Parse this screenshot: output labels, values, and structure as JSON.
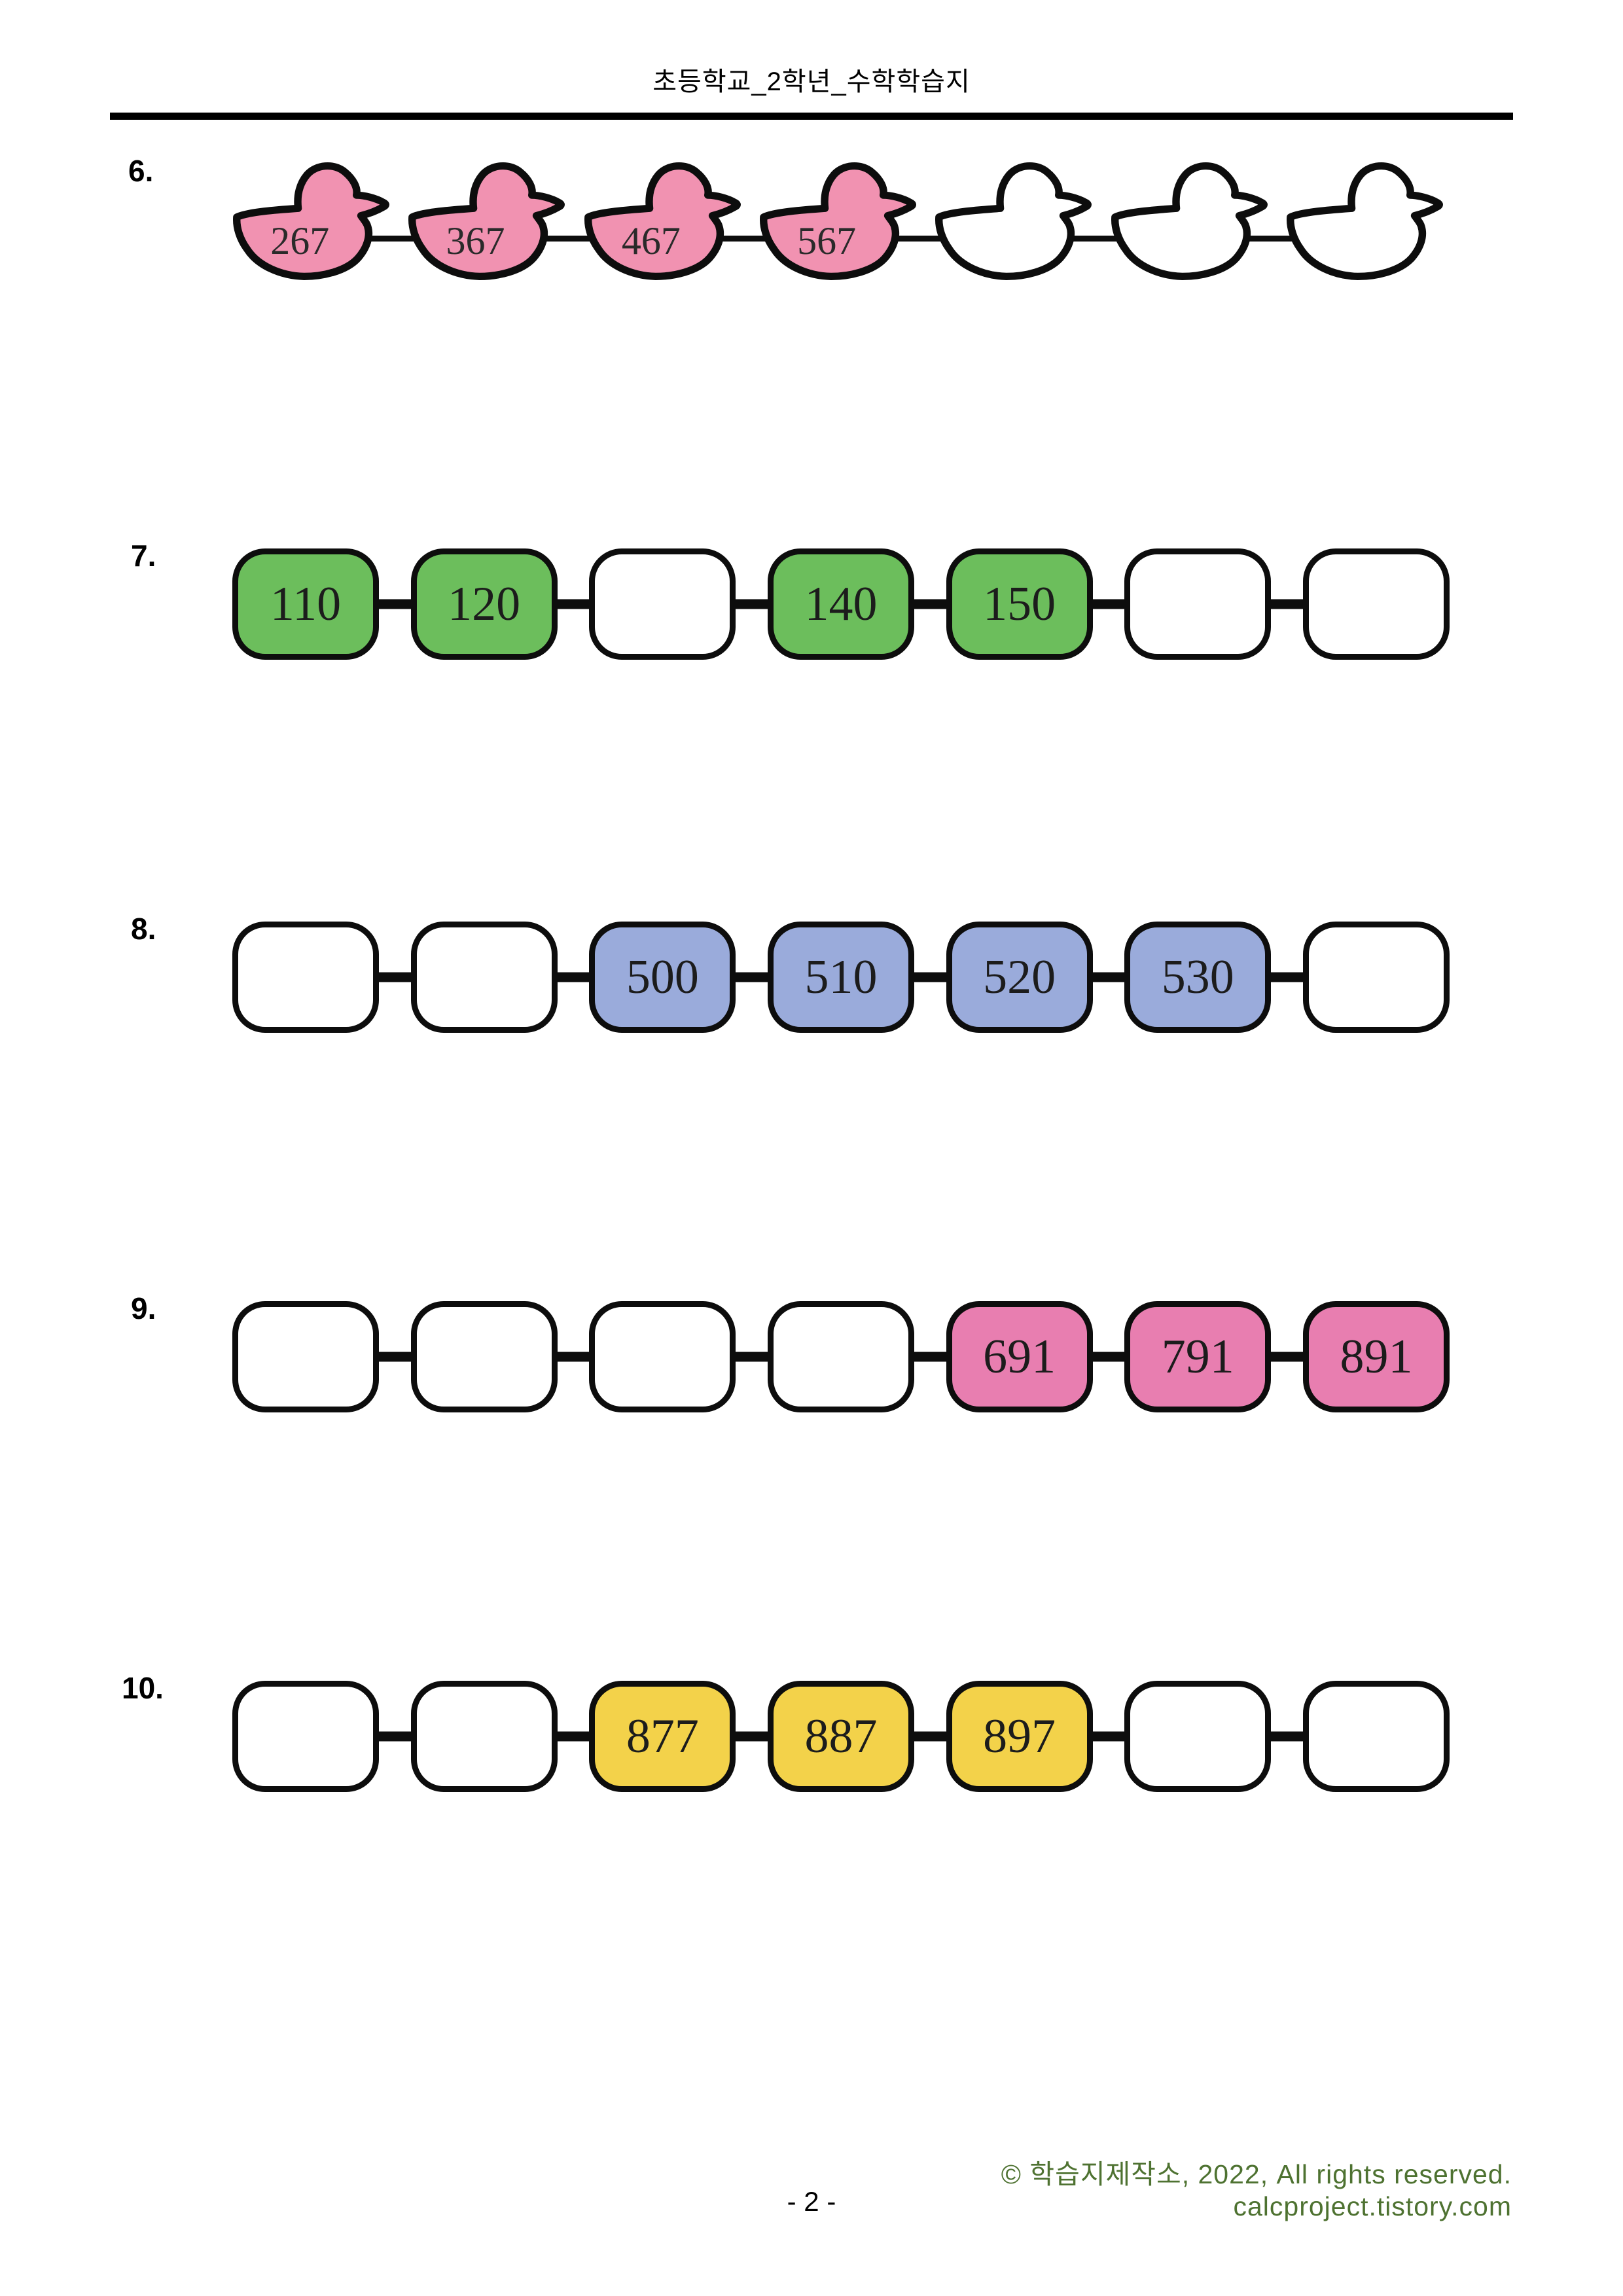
{
  "header": {
    "title": "초등학교_2학년_수학학습지"
  },
  "colors": {
    "duck_pink": "#F192B1",
    "green": "#6CBE5C",
    "blue": "#9AABDB",
    "pink": "#E87EB0",
    "yellow": "#F3D24A",
    "outline": "#0D0D0D",
    "footer_green": "#4E7231"
  },
  "problems": [
    {
      "number": "6.",
      "type": "duck-chain",
      "color_name": "duck_pink",
      "cells": [
        {
          "value": "267",
          "filled": true
        },
        {
          "value": "367",
          "filled": true
        },
        {
          "value": "467",
          "filled": true
        },
        {
          "value": "567",
          "filled": true
        },
        {
          "value": "",
          "filled": false
        },
        {
          "value": "",
          "filled": false
        },
        {
          "value": "",
          "filled": false
        }
      ]
    },
    {
      "number": "7.",
      "type": "box-chain",
      "color_name": "green",
      "cells": [
        {
          "value": "110",
          "filled": true
        },
        {
          "value": "120",
          "filled": true
        },
        {
          "value": "",
          "filled": false
        },
        {
          "value": "140",
          "filled": true
        },
        {
          "value": "150",
          "filled": true
        },
        {
          "value": "",
          "filled": false
        },
        {
          "value": "",
          "filled": false
        }
      ]
    },
    {
      "number": "8.",
      "type": "box-chain",
      "color_name": "blue",
      "cells": [
        {
          "value": "",
          "filled": false
        },
        {
          "value": "",
          "filled": false
        },
        {
          "value": "500",
          "filled": true
        },
        {
          "value": "510",
          "filled": true
        },
        {
          "value": "520",
          "filled": true
        },
        {
          "value": "530",
          "filled": true
        },
        {
          "value": "",
          "filled": false
        }
      ]
    },
    {
      "number": "9.",
      "type": "box-chain",
      "color_name": "pink",
      "cells": [
        {
          "value": "",
          "filled": false
        },
        {
          "value": "",
          "filled": false
        },
        {
          "value": "",
          "filled": false
        },
        {
          "value": "",
          "filled": false
        },
        {
          "value": "691",
          "filled": true
        },
        {
          "value": "791",
          "filled": true
        },
        {
          "value": "891",
          "filled": true
        }
      ]
    },
    {
      "number": "10.",
      "type": "box-chain",
      "color_name": "yellow",
      "cells": [
        {
          "value": "",
          "filled": false
        },
        {
          "value": "",
          "filled": false
        },
        {
          "value": "877",
          "filled": true
        },
        {
          "value": "887",
          "filled": true
        },
        {
          "value": "897",
          "filled": true
        },
        {
          "value": "",
          "filled": false
        },
        {
          "value": "",
          "filled": false
        }
      ]
    }
  ],
  "footer": {
    "copyright": "© 학습지제작소, 2022, All rights reserved.",
    "url": "calcproject.tistory.com",
    "page_number": "- 2 -"
  }
}
